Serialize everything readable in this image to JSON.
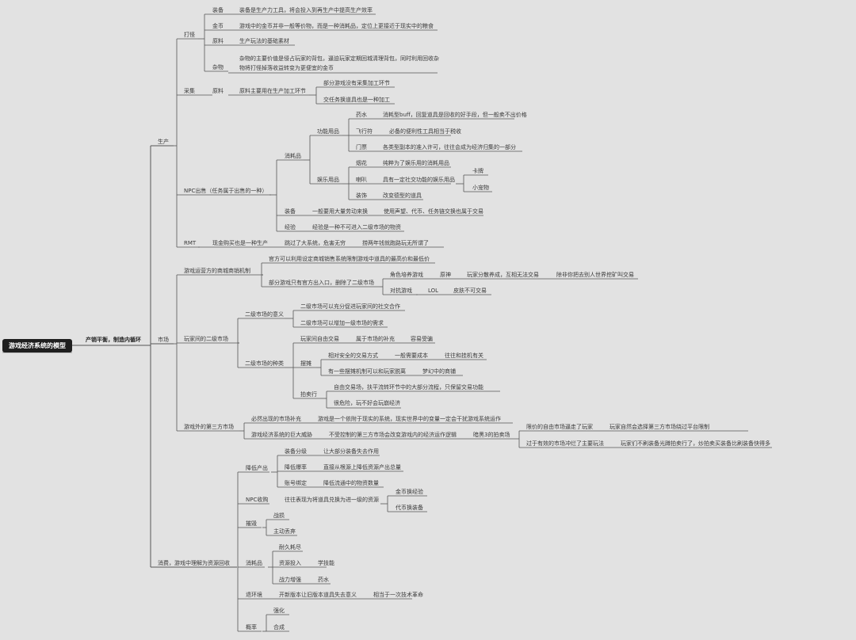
{
  "root": "游戏经济系统的模型",
  "main": "产销平衡，制造内循环",
  "nodes": {
    "sc": "生产",
    "dg": "打怪",
    "zb": "装备",
    "zb_d": "装备是生产力工具，将会投入到再生产中提高生产效率",
    "jb": "金币",
    "jb_d": "游戏中的金币并非一般等价物，而是一种消耗品，定位上更接近于现实中的粮食",
    "yl": "原料",
    "yl_d": "生产玩法的基础素材",
    "zw": "杂物",
    "zw_d": "杂物的主要价值是侵占玩家的背包，逼迫玩家定期回城清理背包，同时利用回收杂物将打怪掉落收益转变为更便宜的金币",
    "cj": "采集",
    "cj_yl": "原料",
    "cj_yl_d": "原料主要用在生产加工环节",
    "cj_1": "部分游戏没有采集加工环节",
    "cj_2": "交任务换道具也是一种加工",
    "npc": "NPC出售（任务属于出售的一种）",
    "xhp": "消耗品",
    "gnyp": "功能用品",
    "ys": "药水",
    "ys_d": "消耗型buff，回复道具是回收的好手段，但一般卖不出价格",
    "fxf": "飞行符",
    "fxf_d": "必备的便利性工具相当于税收",
    "mp": "门票",
    "mp_d": "各类型副本的准入许可，往往会成为经济归集的一部分",
    "ylyp": "娱乐用品",
    "yh": "烟花",
    "yh_d": "纯粹为了娱乐用的消耗用品",
    "lb": "喇叭",
    "lb_d": "具有一定社交功能的娱乐用品",
    "kp": "卡牌",
    "xcw": "小宠物",
    "zs": "装饰",
    "zs_d": "改变德型的道具",
    "npc_zb": "装备",
    "npc_zb_d": "一般要用大量劳动来换",
    "npc_zb_d2": "使用声望、代币、任务链交换也属于交易",
    "jy": "经验",
    "jy_d": "经验是一种不可进入二级市场的物资",
    "rmt": "RMT",
    "rmt_d": "现金购买也是一种生产",
    "rmt_d2": "跳过了大系统，危害无穷",
    "rmt_d3": "捞两年钱就跑路玩无所谓了",
    "sc2": "市场",
    "yx": "游戏运营方的商城商销机制",
    "yx_1": "官方可以利用设定商城销售系统限制游戏中道具的最高价和最低价",
    "yx_2": "部分游戏只有官方出入口，删除了二级市场",
    "jsyx": "角色培养游戏",
    "ys2": "原神",
    "ys2_d": "玩家分散养成，互相无法交易",
    "ys2_d2": "除非你把去别人世界挖矿叫交易",
    "dkyx": "对抗游戏",
    "lol": "LOL",
    "lol_d": "皮肤不可交易",
    "wjj": "玩家间的二级市场",
    "ejyy": "二级市场的意义",
    "ejyy_1": "二级市场可以充分促进玩家间的社交合作",
    "ejyy_2": "二级市场可以增加一级市场的需求",
    "ejzl": "二级市场的种类",
    "wjzy": "玩家间自由交易",
    "wjzy_d": "属于市场的补充",
    "wjzy_d2": "容易受骗",
    "bt": "摆摊",
    "bt_1": "相对安全的交易方式",
    "bt_1d": "一般需要成本",
    "bt_1d2": "往往和挂机有关",
    "bt_2": "有一些摆摊机制可以和玩家脱离",
    "bt_2d": "梦幻中的商铺",
    "pmh": "拍卖行",
    "pmh_1": "自由交易场，扶平流转环节中的大部分流程，只保留交易功能",
    "pmh_2": "很危险，玩不好会玩崩经济",
    "yxw": "游戏外的第三方市场",
    "yxw_1": "必然出现的市场补充",
    "yxw_1d": "游戏是一个依附于现实的系统，现实世界中的变量一定会干扰游戏系统运作",
    "yxw_2": "游戏经济系统的巨大威胁",
    "yxw_2d": "不受控制的第三方市场会改变游戏内的经济运作逻辑",
    "my": "暗黑3的拍卖场",
    "my_1": "限价的自由市场逼走了玩家",
    "my_1d": "玩家自然会选择第三方市场绕过平台限制",
    "my_2": "过于有效的市场冲烂了主要玩法",
    "my_2d": "玩家们不刷装备光蹲拍卖行了，炒拍卖买装备比刷装备快得多",
    "xf": "消费，游戏中理解为资源回收",
    "jdcc": "降低产出",
    "zbfj": "装备分级",
    "zbfj_d": "让大部分装备失去作用",
    "jdbl": "降低爆率",
    "jdbl_d": "直接从根源上降低资源产出总量",
    "zhbd": "账号绑定",
    "zhbd_d": "降低流通中的物资数量",
    "npcsg": "NPC收购",
    "npcsg_d": "往往表现为将道具兑换为进一级的资源",
    "jbhjy": "金币换经验",
    "dbhzb": "代币换装备",
    "sh": "摧毁",
    "zb3": "战损",
    "zdqq": "主动丢弃",
    "xhp2": "消耗品",
    "njhj": "耐久耗尽",
    "zytr": "资源投入",
    "xjn": "学技能",
    "zlzq": "战力增强",
    "ys3": "药水",
    "xhj": "退环境",
    "xhj_d": "开新版本让旧版本道具失去意义",
    "xhj_d2": "相当于一次技术革命",
    "gl": "概率",
    "qh": "强化",
    "hc": "合成"
  }
}
